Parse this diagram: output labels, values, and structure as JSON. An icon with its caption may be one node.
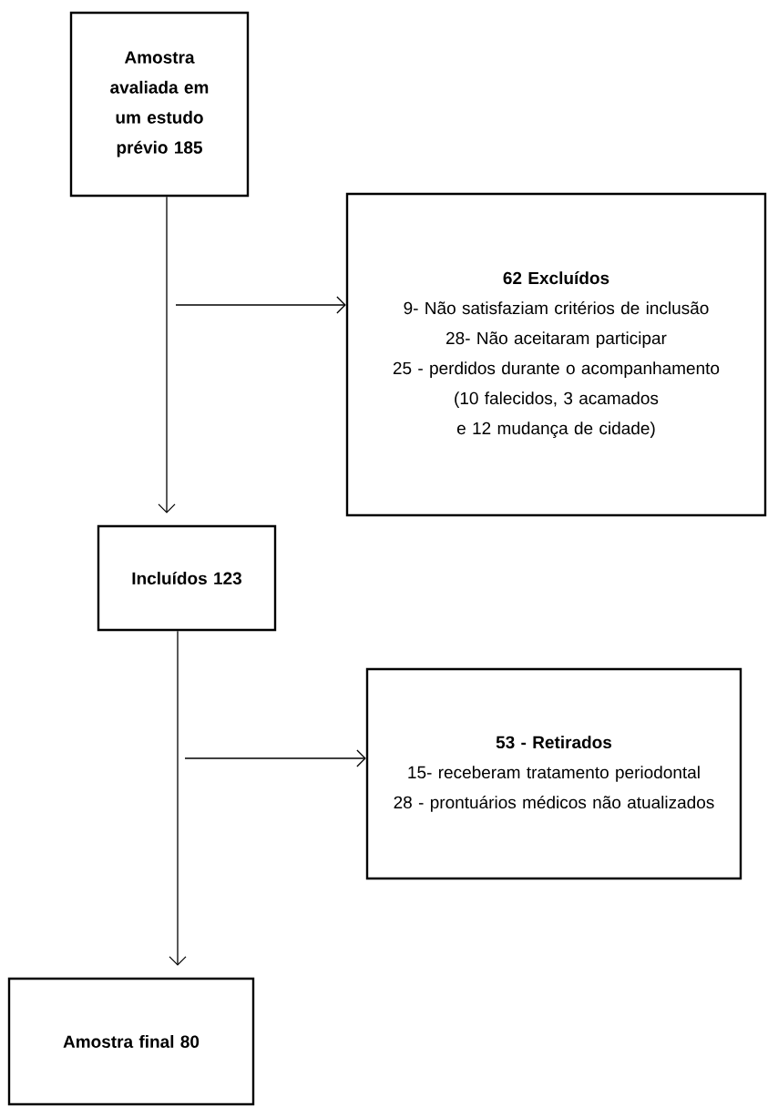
{
  "diagram": {
    "nodes": [
      {
        "text": [
          "Amostra avaliada em um estudo prévio 185"
        ]
      },
      {
        "text": [
          "62 Excluídos",
          "9- Não satisfaziam critérios de inclusão",
          "28- Não aceitaram participar",
          "25 - perdidos durante o acompanhamento",
          "(10 falecidos, 3 acamados e 12 mudança de cidade)"
        ]
      },
      {
        "text": [
          "Incluídos 123"
        ]
      },
      {
        "text": [
          "53 - Retirados",
          "15- receberam tratamento periodontal",
          "28 - prontuários médicos não atualizados"
        ]
      },
      {
        "text": [
          "Amostra final 80"
        ]
      }
    ],
    "edges": [
      {
        "from": 0,
        "to": 2,
        "arrow": "to"
      },
      {
        "from": null,
        "to": 1,
        "arrow": "to"
      },
      {
        "from": 2,
        "to": 4,
        "arrow": "to"
      },
      {
        "from": null,
        "to": 3,
        "arrow": "to"
      }
    ]
  }
}
